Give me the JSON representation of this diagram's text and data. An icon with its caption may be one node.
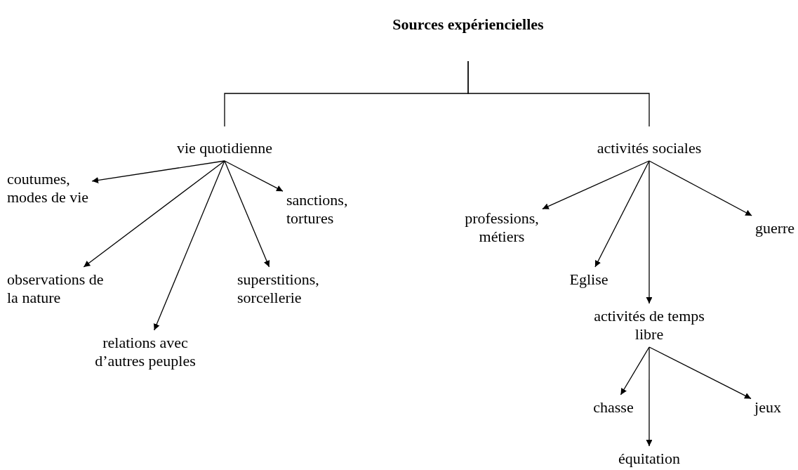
{
  "diagram": {
    "nodes": [
      {
        "text": [
          "Sources expériencielles"
        ]
      },
      {
        "text": [
          "vie quotidienne"
        ]
      },
      {
        "text": [
          "coutumes, modes de vie"
        ]
      },
      {
        "text": [
          "sanctions, tortures"
        ]
      },
      {
        "text": [
          "observations de la nature"
        ]
      },
      {
        "text": [
          "superstitions, sorcellerie"
        ]
      },
      {
        "text": [
          "relations avec d’autres peuples"
        ]
      },
      {
        "text": [
          "activités sociales"
        ]
      },
      {
        "text": [
          "professions, métiers"
        ]
      },
      {
        "text": [
          "guerre"
        ]
      },
      {
        "text": [
          "Eglise"
        ]
      },
      {
        "text": [
          "activités de temps libre"
        ]
      },
      {
        "text": [
          "chasse"
        ]
      },
      {
        "text": [
          "jeux"
        ]
      },
      {
        "text": [
          "équitation"
        ]
      }
    ],
    "edges": [
      {
        "from": 0,
        "to": 1,
        "arrow": "none"
      },
      {
        "from": 0,
        "to": 7,
        "arrow": "none"
      },
      {
        "from": 1,
        "to": 2,
        "arrow": "to"
      },
      {
        "from": 1,
        "to": 3,
        "arrow": "to"
      },
      {
        "from": 1,
        "to": 4,
        "arrow": "to"
      },
      {
        "from": 1,
        "to": 5,
        "arrow": "to"
      },
      {
        "from": 1,
        "to": 6,
        "arrow": "to"
      },
      {
        "from": 7,
        "to": 8,
        "arrow": "to"
      },
      {
        "from": 7,
        "to": 9,
        "arrow": "to"
      },
      {
        "from": 7,
        "to": 10,
        "arrow": "to"
      },
      {
        "from": 7,
        "to": 11,
        "arrow": "to"
      },
      {
        "from": 11,
        "to": 12,
        "arrow": "to"
      },
      {
        "from": 11,
        "to": 13,
        "arrow": "to"
      },
      {
        "from": 11,
        "to": 14,
        "arrow": "to"
      }
    ]
  }
}
